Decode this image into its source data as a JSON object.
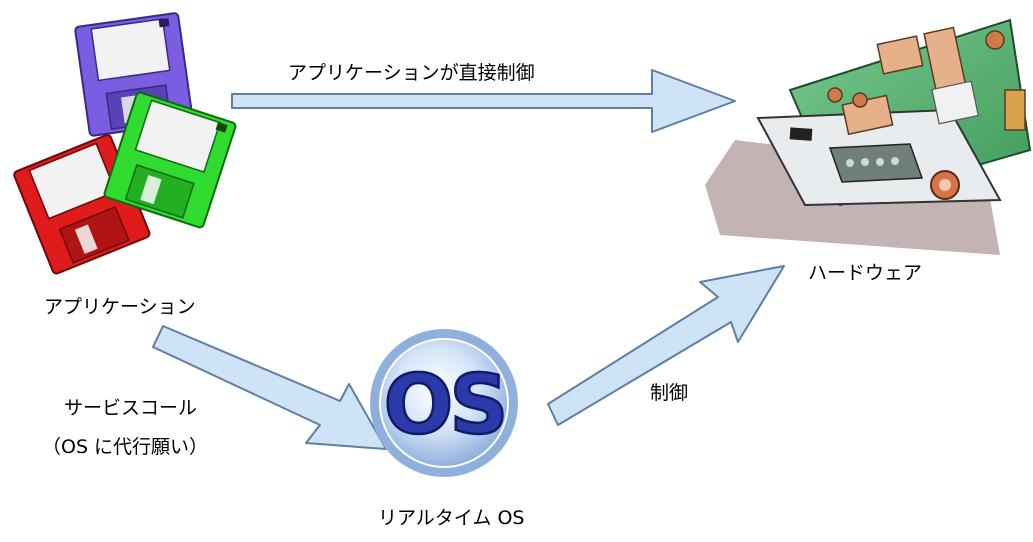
{
  "labels": {
    "direct_control": "アプリケーションが直接制御",
    "application": "アプリケーション",
    "hardware": "ハードウェア",
    "service_call": "サービスコール",
    "service_call_note": "（OS に代行願い）",
    "control": "制御",
    "rtos": "リアルタイム OS"
  },
  "os_badge_text": "OS",
  "colors": {
    "arrow_fill": "#cfe3f7",
    "arrow_stroke": "#5f7fa0",
    "os_text": "#2b3aa8",
    "os_ring": "#8fb0dc",
    "disk_purple": "#7a5de0",
    "disk_green": "#2fdc2f",
    "disk_red": "#e01b1b",
    "board_green": "#4caf6a"
  },
  "icons": {
    "application": "floppy-disks-icon",
    "hardware": "circuit-board-icon",
    "os": "os-badge-icon"
  }
}
